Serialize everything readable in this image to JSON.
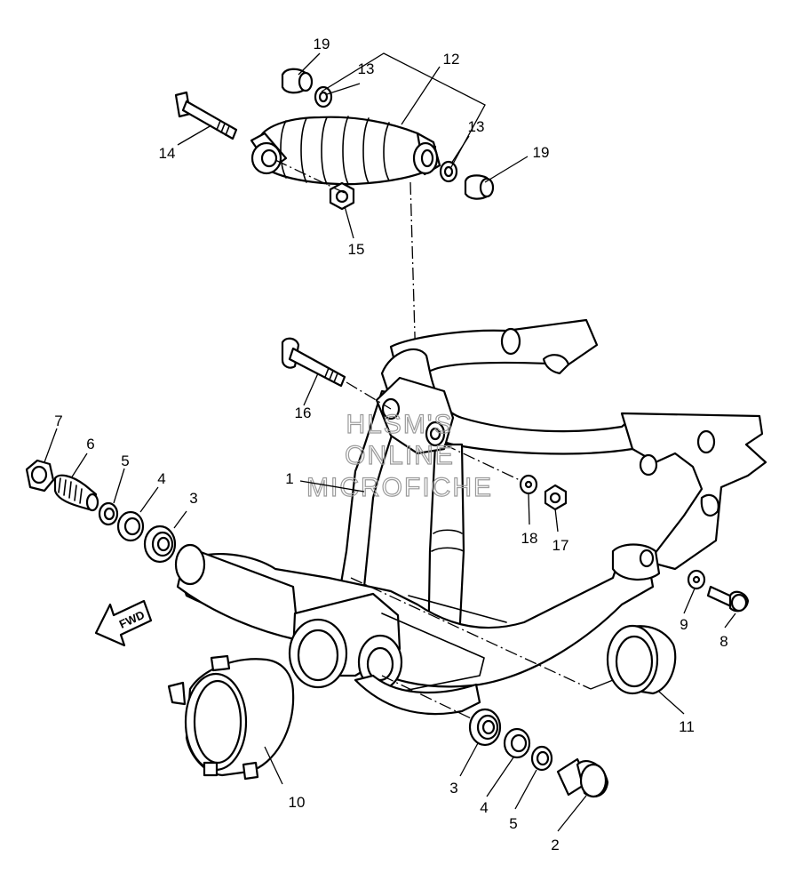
{
  "callouts": [
    {
      "id": "c1",
      "label": "1"
    },
    {
      "id": "c2",
      "label": "2"
    },
    {
      "id": "c3a",
      "label": "3"
    },
    {
      "id": "c3b",
      "label": "3"
    },
    {
      "id": "c4a",
      "label": "4"
    },
    {
      "id": "c4b",
      "label": "4"
    },
    {
      "id": "c5a",
      "label": "5"
    },
    {
      "id": "c5b",
      "label": "5"
    },
    {
      "id": "c6",
      "label": "6"
    },
    {
      "id": "c7",
      "label": "7"
    },
    {
      "id": "c8",
      "label": "8"
    },
    {
      "id": "c9",
      "label": "9"
    },
    {
      "id": "c10",
      "label": "10"
    },
    {
      "id": "c11",
      "label": "11"
    },
    {
      "id": "c12",
      "label": "12"
    },
    {
      "id": "c13a",
      "label": "13"
    },
    {
      "id": "c13b",
      "label": "13"
    },
    {
      "id": "c14",
      "label": "14"
    },
    {
      "id": "c15",
      "label": "15"
    },
    {
      "id": "c16",
      "label": "16"
    },
    {
      "id": "c17",
      "label": "17"
    },
    {
      "id": "c18",
      "label": "18"
    },
    {
      "id": "c19a",
      "label": "19"
    },
    {
      "id": "c19b",
      "label": "19"
    }
  ],
  "direction_arrow": {
    "label": "FWD"
  },
  "watermark": {
    "lines": [
      "HLSM'S",
      "ONLINE",
      "MICROFICHE"
    ]
  },
  "colors": {
    "line": "#000000",
    "watermark": "#9a9a9a",
    "background": "#ffffff"
  }
}
